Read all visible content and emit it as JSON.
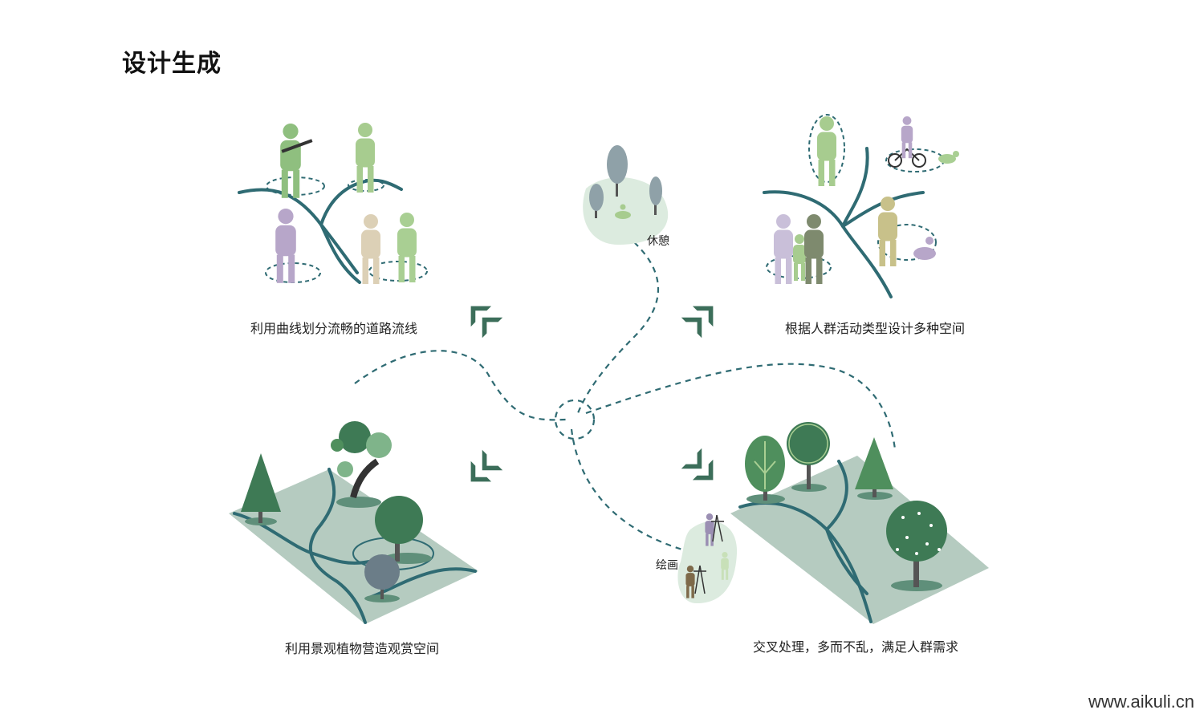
{
  "title": "设计生成",
  "center": {
    "captions": {
      "top_left": "利用曲线划分流畅的道路流线",
      "top_right": "根据人群活动类型设计多种空间",
      "bottom_left": "利用景观植物营造观赏空间",
      "bottom_right": "交叉处理，多而不乱，满足人群需求"
    },
    "bubbles": {
      "rest": "休憩",
      "painting": "绘画"
    }
  },
  "watermark": "www.aikuli.cn",
  "colors": {
    "path": "#2f6b73",
    "arrow": "#3c6e5a",
    "plot": "#b5cbc0",
    "bubble": "#dcebdf",
    "tree_dark": "#3e7a55",
    "tree_mid": "#4f8f5d",
    "tree_light": "#7fb48a",
    "person_green": "#a7cc8f",
    "person_purple": "#b7a6c9"
  },
  "icons": [
    "tree-icon",
    "person-icon",
    "bicycle-icon",
    "dog-icon",
    "easel-icon",
    "arrow-icon"
  ]
}
